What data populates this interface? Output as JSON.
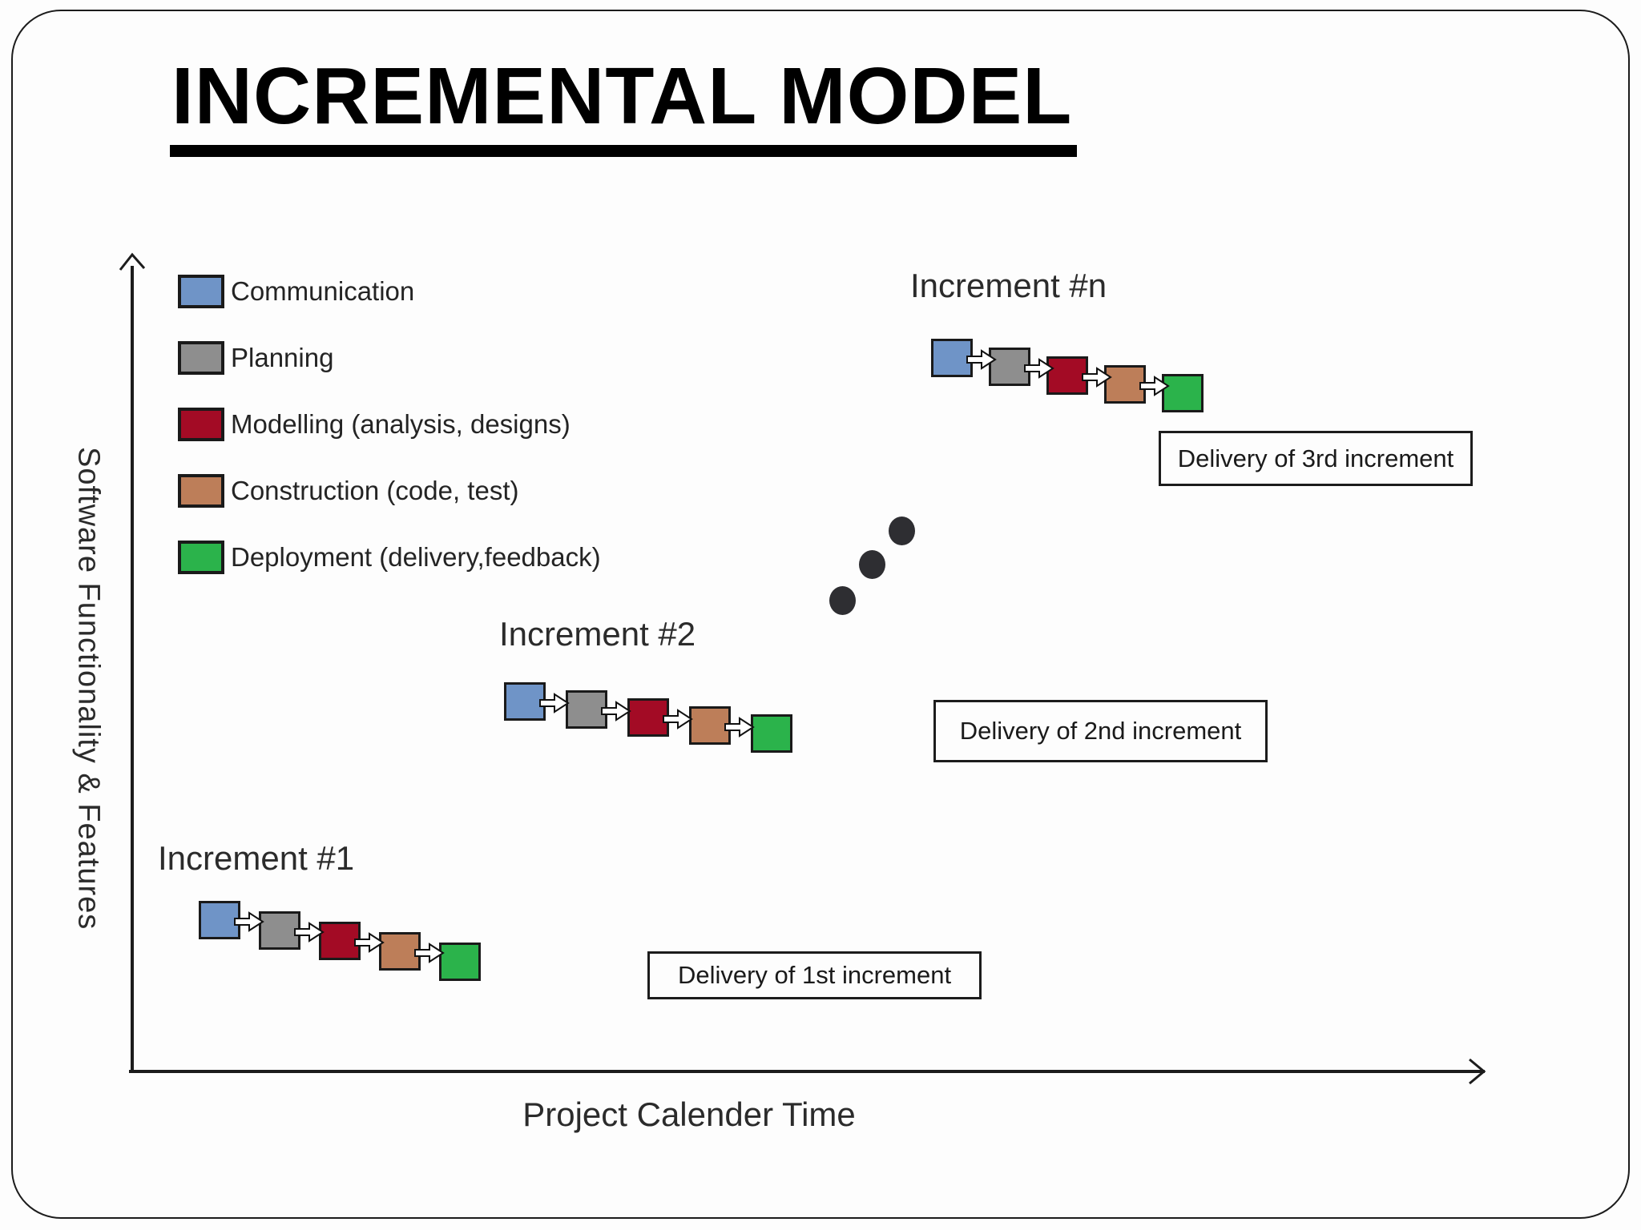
{
  "slide": {
    "title": "INCREMENTAL MODEL"
  },
  "axes": {
    "y_label": "Software Functionality & Features",
    "x_label": "Project Calender Time"
  },
  "legend": {
    "items": [
      {
        "name": "communication",
        "label": "Communication",
        "color": "#6f94c7"
      },
      {
        "name": "planning",
        "label": "Planning",
        "color": "#8e8e8e"
      },
      {
        "name": "modelling",
        "label": "Modelling (analysis, designs)",
        "color": "#a30b25"
      },
      {
        "name": "construction",
        "label": "Construction (code, test)",
        "color": "#bd7e59"
      },
      {
        "name": "deployment",
        "label": "Deployment (delivery,feedback)",
        "color": "#2bb34b"
      }
    ]
  },
  "increments": [
    {
      "id": "increment-1",
      "label": "Increment #1",
      "delivery": "Delivery of 1st increment"
    },
    {
      "id": "increment-2",
      "label": "Increment #2",
      "delivery": "Delivery of 2nd increment"
    },
    {
      "id": "increment-n",
      "label": "Increment #n",
      "delivery": "Delivery of 3rd increment"
    }
  ],
  "ellipsis": {
    "dot_count": "3"
  }
}
